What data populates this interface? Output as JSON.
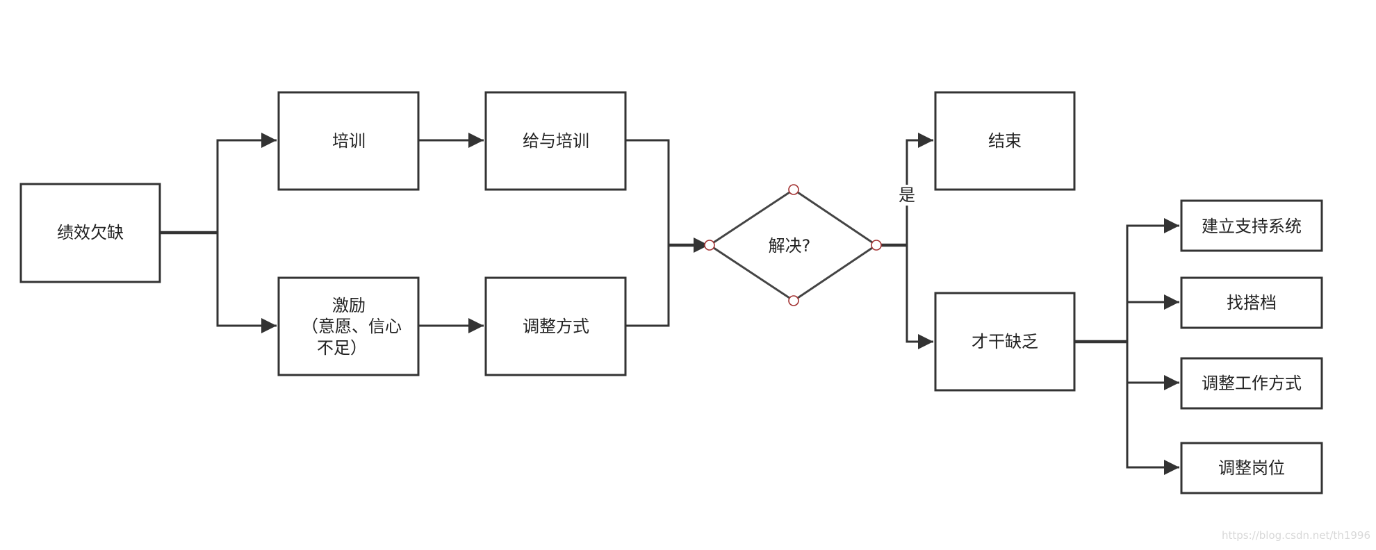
{
  "diagram": {
    "nodes": {
      "perf_gap": "绩效欠缺",
      "training": "培训",
      "motivation_line1": "激励",
      "motivation_line2": "（意愿、信心",
      "motivation_line3": "不足）",
      "give_training": "给与培训",
      "adjust_method": "调整方式",
      "decision": "解决?",
      "end": "结束",
      "lack_talent": "才干缺乏",
      "support_system": "建立支持系统",
      "find_partner": "找搭档",
      "adjust_work_method": "调整工作方式",
      "adjust_position": "调整岗位"
    },
    "edge_labels": {
      "yes": "是"
    },
    "watermark": "https://blog.csdn.net/th1996"
  }
}
